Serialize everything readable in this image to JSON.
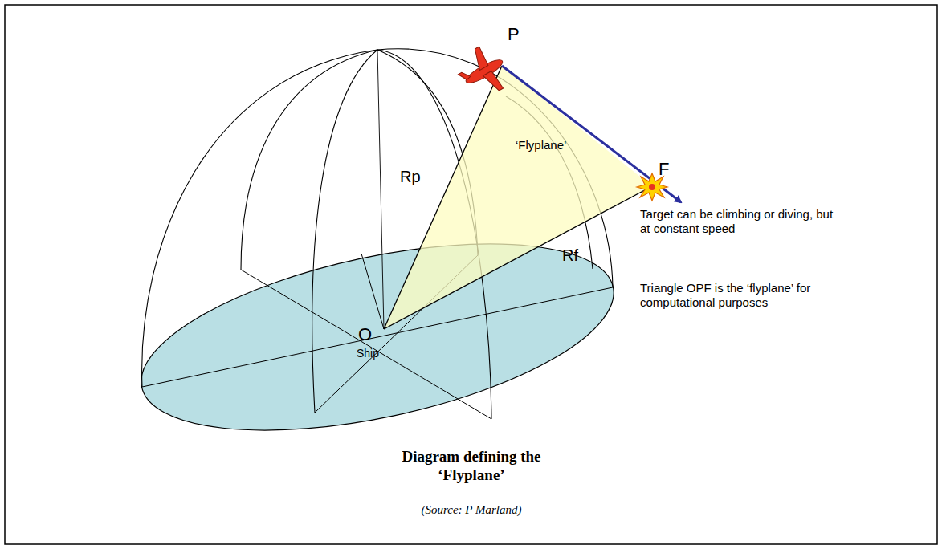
{
  "diagram": {
    "title": "Diagram defining the ‘Flyplane’",
    "caption": "(Source: P Marland)",
    "labels": [
      "P",
      "F",
      "Rp",
      "Rf",
      "‘Flyplane’",
      "O",
      "Ship",
      "Target can be climbing or diving, but at constant speed",
      "Triangle OPF is the ‘flyplane’ for computational purposes"
    ]
  }
}
